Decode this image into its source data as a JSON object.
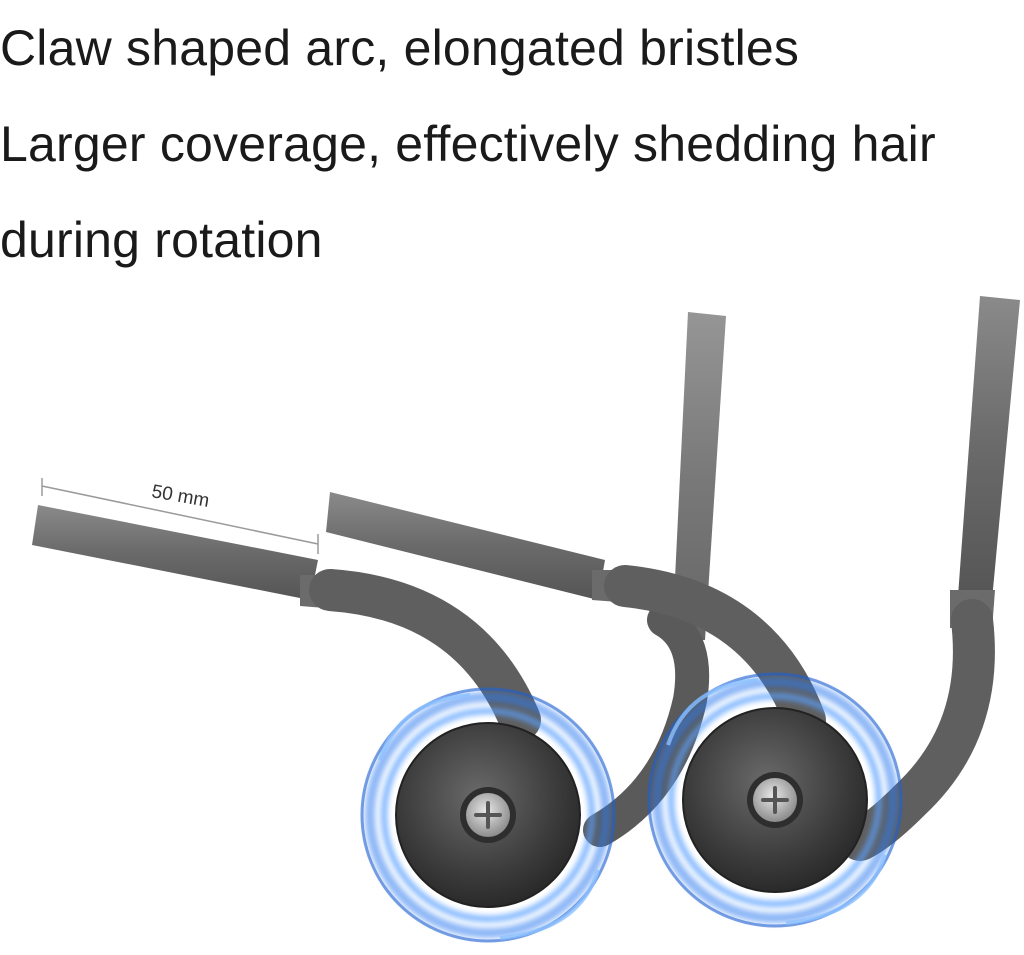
{
  "headline": {
    "line1": "Claw shaped arc, elongated bristles",
    "line2": "Larger coverage, effectively shedding hair",
    "line3": "during rotation"
  },
  "illustration": {
    "measurement_label": "50 mm",
    "icons": [
      "side-brush-icon",
      "rotation-glow-icon",
      "center-screw-icon"
    ],
    "colors": {
      "text": "#1a1a1a",
      "brush_arm": "#6e6e6e",
      "brush_dark": "#4a4a4a",
      "glow": "#2f7cf0"
    }
  }
}
